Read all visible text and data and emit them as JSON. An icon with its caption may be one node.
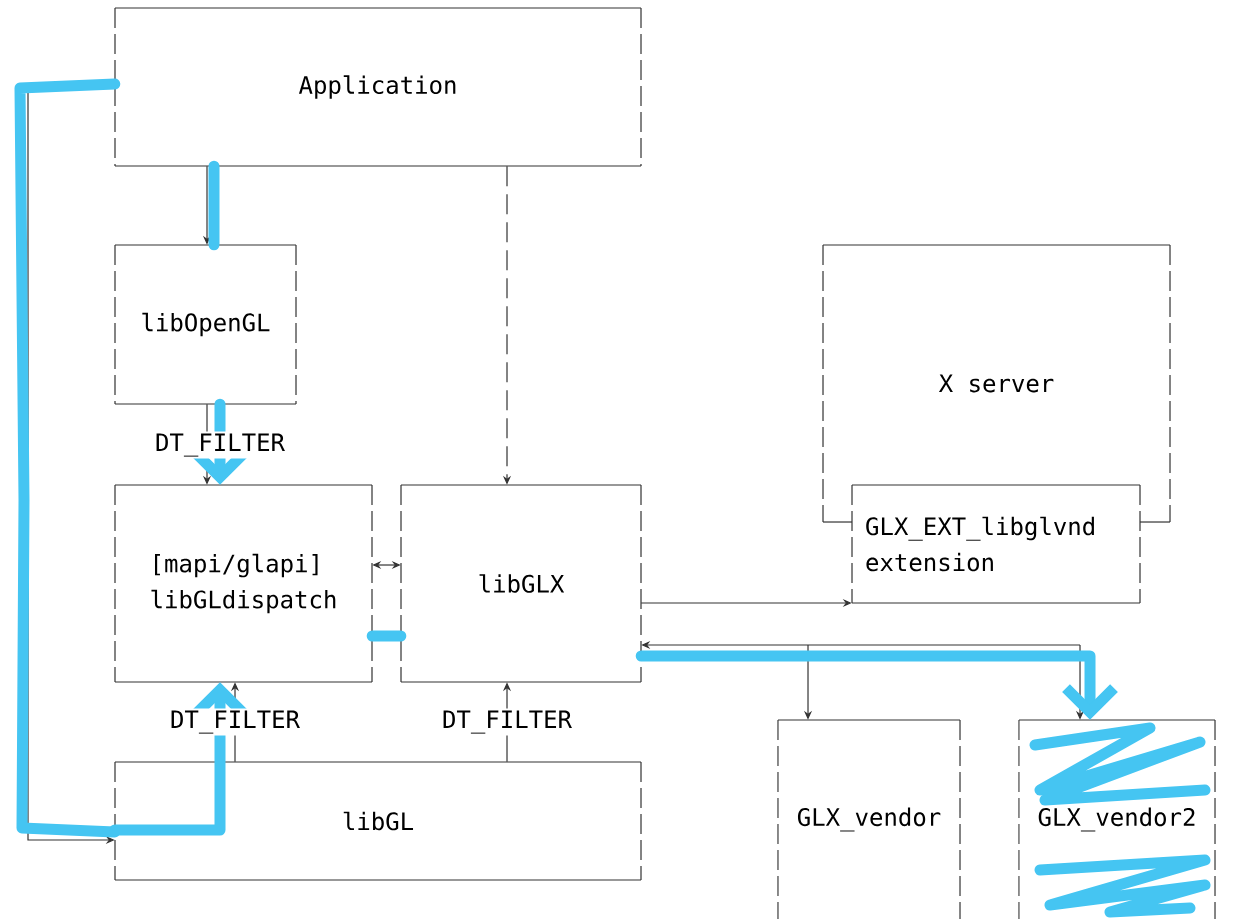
{
  "diagram": {
    "nodes": [
      {
        "text": [
          "Application"
        ]
      },
      {
        "text": [
          "libOpenGL"
        ]
      },
      {
        "text": [
          "[mapi/glapi]",
          "libGLdispatch"
        ]
      },
      {
        "text": [
          "libGLX"
        ]
      },
      {
        "text": [
          "X server"
        ]
      },
      {
        "text": [
          "GLX_EXT_libglvnd extension"
        ]
      },
      {
        "text": [
          "libGL"
        ]
      },
      {
        "text": [
          "GLX_vendor"
        ]
      },
      {
        "text": [
          "GLX_vendor2"
        ]
      }
    ],
    "edges": [
      {
        "from": 0,
        "to": 1,
        "arrow": "to"
      },
      {
        "from": 1,
        "to": 2,
        "arrow": "to",
        "label": "DT_FILTER"
      },
      {
        "from": 0,
        "to": 3,
        "arrow": "to",
        "style": "dashed"
      },
      {
        "from": 2,
        "to": 3,
        "arrow": "both"
      },
      {
        "from": 6,
        "to": 2,
        "arrow": "to",
        "label": "DT_FILTER"
      },
      {
        "from": 6,
        "to": 3,
        "arrow": "to",
        "label": "DT_FILTER"
      },
      {
        "from": 0,
        "to": 6,
        "arrow": "to"
      },
      {
        "from": 3,
        "to": 5,
        "arrow": "to"
      },
      {
        "from": 3,
        "to": 7,
        "arrow": "both"
      },
      {
        "from": 3,
        "to": 8,
        "arrow": "both"
      },
      {
        "from": 0,
        "to": 1,
        "arrow": "none",
        "style": "thick",
        "color": "#45c5f2"
      },
      {
        "from": 1,
        "to": 2,
        "arrow": "to",
        "style": "thick",
        "color": "#45c5f2"
      },
      {
        "from": 0,
        "to": 6,
        "arrow": "none",
        "style": "thick",
        "color": "#45c5f2"
      },
      {
        "from": 6,
        "to": 2,
        "arrow": "to",
        "style": "thick",
        "color": "#45c5f2"
      },
      {
        "from": 2,
        "to": 3,
        "arrow": "none",
        "style": "thick",
        "color": "#45c5f2"
      },
      {
        "from": 3,
        "to": 8,
        "arrow": "to",
        "style": "thick",
        "color": "#45c5f2"
      }
    ]
  }
}
